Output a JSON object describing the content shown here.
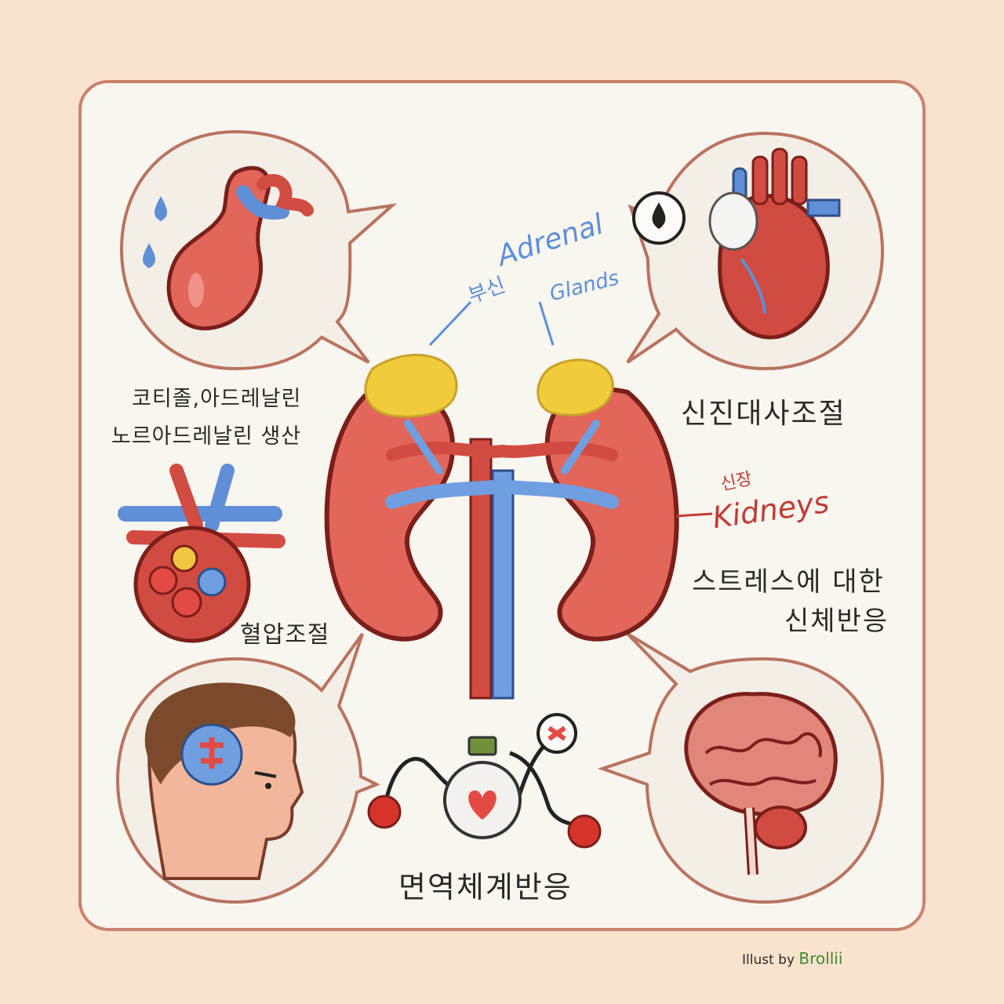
{
  "labels": {
    "hormone_line1": "코티졸,아드레날린",
    "hormone_line2": "노르아드레날린 생산",
    "metabolism": "신진대사조절",
    "blood_pressure": "혈압조절",
    "stress_line1": "스트레스에 대한",
    "stress_line2": "신체반응",
    "immune": "면역체계반응",
    "adrenal_ko": "부신",
    "adrenal_en": "Adrenal",
    "adrenal_en2": "Glands",
    "kidney_ko": "신장",
    "kidney_en": "Kidneys"
  },
  "credit": {
    "prefix": "Illust by",
    "name": "Brollii"
  },
  "colors": {
    "background": "#f9e3cf",
    "card": "#f9f5ef",
    "border": "#c9826d",
    "adrenal_blue": "#5b8fd8",
    "kidney_red": "#c23b35",
    "organ_red": "#e2665a",
    "vessel_blue": "#6f9fe0",
    "gland_yellow": "#f0cc3a"
  }
}
